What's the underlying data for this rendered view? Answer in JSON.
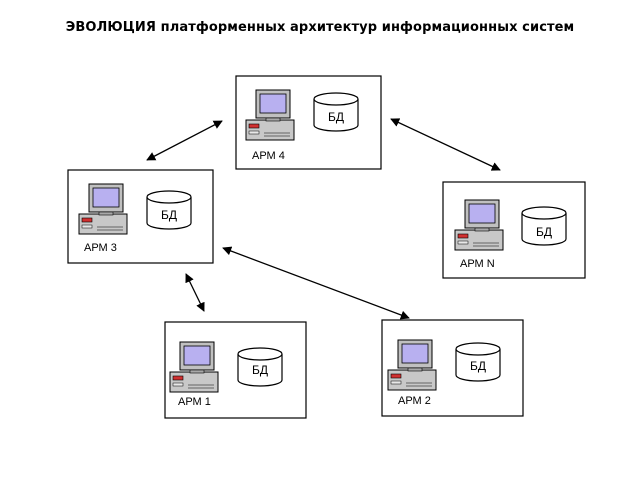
{
  "title": "ЭВОЛЮЦИЯ платформенных архитектур информационных систем",
  "db_label": "БД",
  "nodes": [
    {
      "id": "arm4",
      "label": "АРМ 4"
    },
    {
      "id": "arm3",
      "label": "АРМ 3"
    },
    {
      "id": "armn",
      "label": "АРМ N"
    },
    {
      "id": "arm1",
      "label": "АРМ 1"
    },
    {
      "id": "arm2",
      "label": "АРМ 2"
    }
  ],
  "links": [
    {
      "from": "arm3",
      "to": "arm4",
      "direction": "bidirectional"
    },
    {
      "from": "arm4",
      "to": "armn",
      "direction": "bidirectional"
    },
    {
      "from": "arm3",
      "to": "arm1",
      "direction": "bidirectional"
    },
    {
      "from": "arm3",
      "to": "arm2",
      "direction": "bidirectional"
    }
  ],
  "colors": {
    "background": "#ffffff",
    "stroke": "#000000",
    "monitor_shell": "#c0c0c0",
    "monitor_screen": "#b8b0f0",
    "db_fill": "#ffffff",
    "computer_accent": "#d03030"
  }
}
